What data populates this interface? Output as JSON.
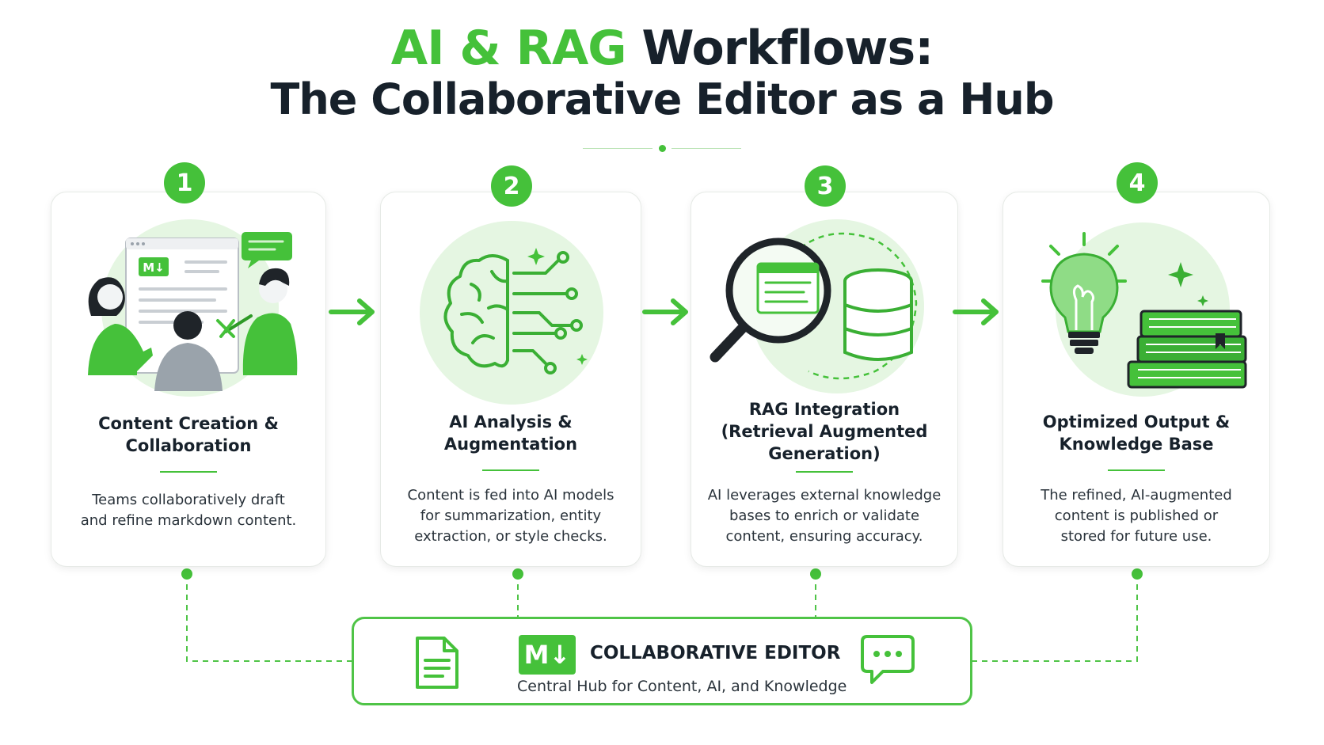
{
  "header": {
    "title_accent": "AI & RAG",
    "title_rest": "Workflows:",
    "subtitle": "The Collaborative Editor as a Hub"
  },
  "steps": [
    {
      "number": "1",
      "title_lines": [
        "Content Creation &",
        "Collaboration"
      ],
      "desc_lines": [
        "Teams collaboratively draft",
        "and refine markdown content."
      ],
      "icon": "team-collaboration-icon"
    },
    {
      "number": "2",
      "title_lines": [
        "AI Analysis &",
        "Augmentation"
      ],
      "desc_lines": [
        "Content is fed into AI models",
        "for summarization, entity",
        "extraction, or style checks."
      ],
      "icon": "brain-circuit-icon"
    },
    {
      "number": "3",
      "title_lines": [
        "RAG Integration",
        "(Retrieval Augmented",
        "Generation)"
      ],
      "desc_lines": [
        "AI leverages external knowledge",
        "bases to enrich or validate",
        "content, ensuring accuracy."
      ],
      "icon": "search-database-icon"
    },
    {
      "number": "4",
      "title_lines": [
        "Optimized Output &",
        "Knowledge Base"
      ],
      "desc_lines": [
        "The refined, AI-augmented",
        "content is published or",
        "stored for future use."
      ],
      "icon": "lightbulb-books-icon"
    }
  ],
  "hub": {
    "logo": "M↓",
    "title": "COLLABORATIVE EDITOR",
    "subtitle": "Central Hub for Content, AI, and Knowledge"
  },
  "illustration": {
    "markdown_badge": "M↓"
  },
  "colors": {
    "accent": "#45c13a",
    "light_accent": "#e5f6e2",
    "text": "#17212b"
  }
}
